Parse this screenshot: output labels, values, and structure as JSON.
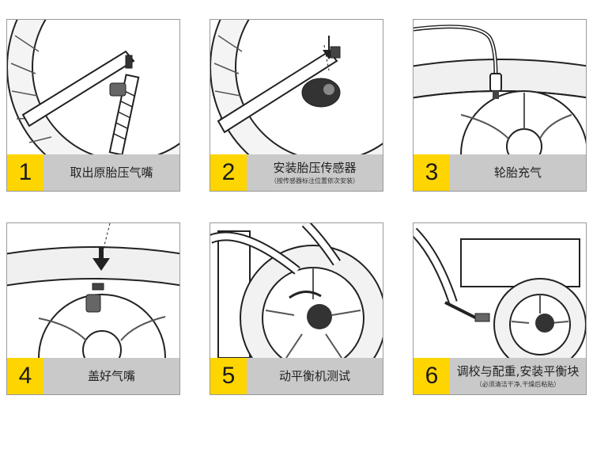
{
  "steps": [
    {
      "number": "1",
      "title": "取出原胎压气嘴",
      "note": ""
    },
    {
      "number": "2",
      "title": "安装胎压传感器",
      "note": "（按传感器标注位置依次安装）"
    },
    {
      "number": "3",
      "title": "轮胎充气",
      "note": ""
    },
    {
      "number": "4",
      "title": "盖好气嘴",
      "note": ""
    },
    {
      "number": "5",
      "title": "动平衡机测试",
      "note": ""
    },
    {
      "number": "6",
      "title": "调校与配重,安装平衡块",
      "note": "（必须清洁干净,干燥后粘贴）"
    }
  ]
}
